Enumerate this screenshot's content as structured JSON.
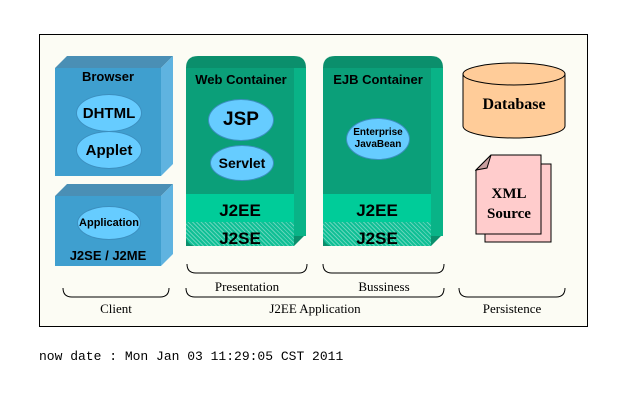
{
  "diagram": {
    "client": {
      "browser": {
        "title": "Browser",
        "items": [
          "DHTML",
          "Applet"
        ]
      },
      "application": {
        "item": "Application",
        "platform": "J2SE / J2ME"
      },
      "caption": "Client"
    },
    "web_container": {
      "title": "Web Container",
      "items": [
        "JSP",
        "Servlet"
      ],
      "layers": [
        "J2EE",
        "J2SE"
      ],
      "caption": "Presentation"
    },
    "ejb_container": {
      "title": "EJB Container",
      "items": [
        "Enterprise JavaBean"
      ],
      "item_lines": [
        "Enterprise",
        "JavaBean"
      ],
      "layers": [
        "J2EE",
        "J2SE"
      ],
      "caption": "Bussiness"
    },
    "j2ee_caption": "J2EE Application",
    "persistence": {
      "database": "Database",
      "xml_lines": [
        "XML",
        "Source"
      ],
      "caption": "Persistence"
    },
    "colors": {
      "client_blue": "#3f9fcf",
      "container_green": "#0b9f79",
      "j2ee_green": "#00cc99",
      "ellipse_blue": "#66ccff",
      "database_fill": "#ffcc99",
      "xml_fill": "#ffcccc"
    }
  },
  "footer": {
    "text": "now date : Mon Jan 03 11:29:05 CST 2011"
  }
}
